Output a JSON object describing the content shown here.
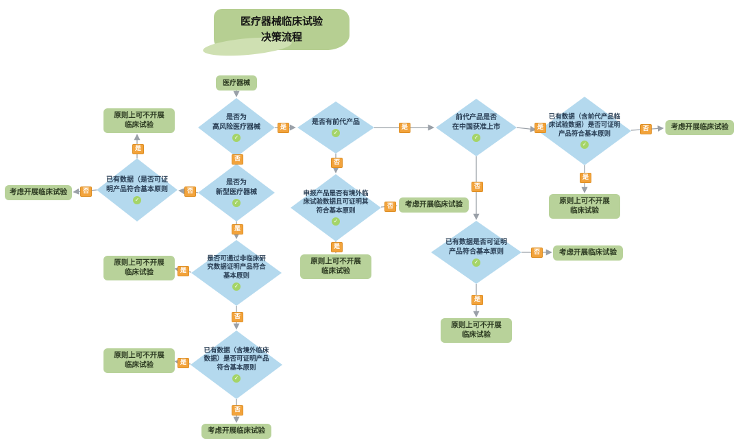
{
  "title": {
    "text": "医疗器械临床试验\n决策流程"
  },
  "labels": {
    "yes": "是",
    "no": "否"
  },
  "outcomes": {
    "no_trial": "原则上可不开展\n临床试验",
    "consider_trial": "考虑开展临床试验"
  },
  "nodes": {
    "start": "医疗器械",
    "high_risk": "是否为\n高风险医疗器械",
    "predicate": "是否有前代产品",
    "approved_china": "前代产品是否\n在中国获准上市",
    "data_predicate": "已有数据（含前代产品临\n床试验数据）是否可证明\n产品符合基本原则",
    "novel": "是否为\n新型医疗器械",
    "data_exist": "已有数据（是否可证\n明产品符合基本原则",
    "overseas": "申报产品是否有境外临\n床试验数据且可证明其\n符合基本原则",
    "nonclinical": "是否可通过非临床研\n究数据证明产品符合\n基本原则",
    "data_overseas": "已有数据（含境外临床\n数据）是否可证明产品\n符合基本原则",
    "data_prove": "已有数据是否可证明\n产品符合基本原则"
  },
  "icons": {
    "check": "✓"
  },
  "colors": {
    "node_green": "#b8d29a",
    "diamond_blue": "#b4d9ee",
    "badge_orange": "#f2a33c",
    "title_green": "#b6cf92",
    "arrow_gray": "#9aa0a8",
    "check_green": "#a5d468"
  }
}
